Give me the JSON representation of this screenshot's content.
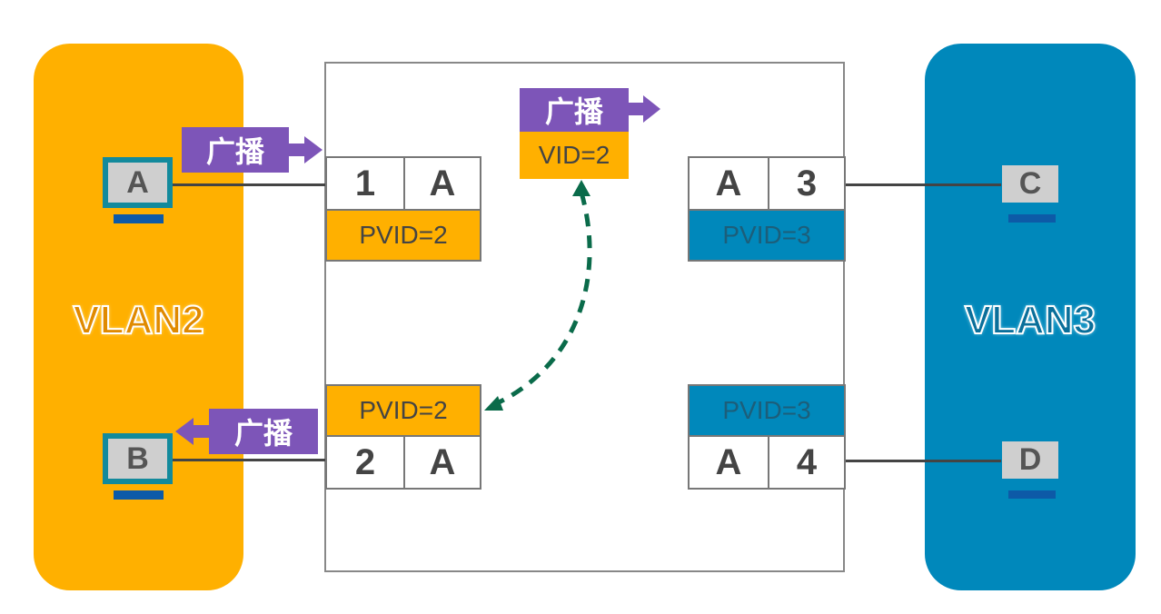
{
  "colors": {
    "vlan2": "#FFB000",
    "vlan3": "#0088BB",
    "broadcast": "#7D55B8",
    "path": "#0A6B4A"
  },
  "vlans": [
    {
      "label": "VLAN2"
    },
    {
      "label": "VLAN3"
    }
  ],
  "hosts": [
    "A",
    "B",
    "C",
    "D"
  ],
  "ports": [
    {
      "number": "1",
      "mac": "A",
      "pvid": "PVID=2"
    },
    {
      "number": "2",
      "mac": "A",
      "pvid": "PVID=2"
    },
    {
      "number": "3",
      "mac": "A",
      "pvid": "PVID=3"
    },
    {
      "number": "4",
      "mac": "A",
      "pvid": "PVID=3"
    }
  ],
  "broadcast_label": "广播",
  "vid_tag": "VID=2"
}
